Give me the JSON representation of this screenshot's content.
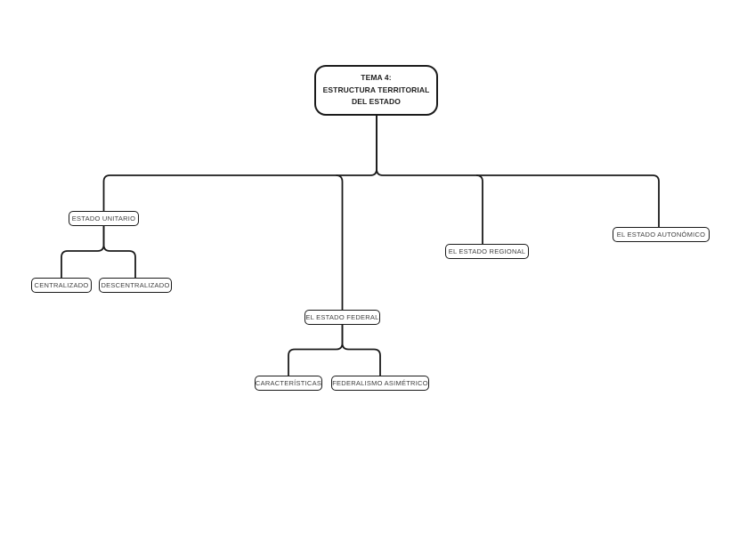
{
  "diagram": {
    "root": {
      "line1": "TEMA 4:",
      "line2": "ESTRUCTURA TERRITORIAL",
      "line3": "DEL ESTADO"
    },
    "nodes": {
      "estado_unitario": "ESTADO UNITARIO",
      "centralizado": "CENTRALIZADO",
      "descentralizado": "DESCENTRALIZADO",
      "el_estado_federal": "EL ESTADO FEDERAL",
      "caracteristicas": "CARACTERÍSTICAS",
      "federalismo_asimetrico": "FEDERALISMO ASIMÉTRICO",
      "el_estado_regional": "EL ESTADO REGIONAL",
      "el_estado_autonomico": "EL ESTADO AUTONÓMICO"
    },
    "colors": {
      "background": "#ffffff",
      "line": "#1b1b1b",
      "box_fill": "#ffffff",
      "box_border": "#1b1b1b",
      "box_text": "#404040",
      "root_text": "#1f1f1f"
    }
  }
}
